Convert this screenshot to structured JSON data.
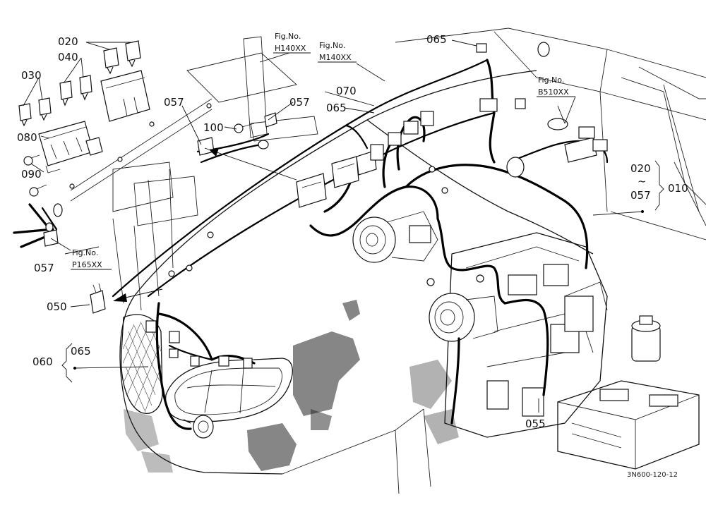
{
  "diagram": {
    "reference": "3N600-120-12",
    "part_labels": {
      "p020_top": "020",
      "p040": "040",
      "p030": "030",
      "p080": "080",
      "p090": "090",
      "p057_upper_left": "057",
      "p057_upper_mid": "057",
      "p057_lower_left": "057",
      "p100": "100",
      "p065_top": "065",
      "p065_mid": "065",
      "p070": "070",
      "p050": "050",
      "p060": "060",
      "p065_bracket": "065",
      "p055": "055",
      "p020_range": "020",
      "p057_range": "057",
      "p010": "010",
      "range_tilde": "~"
    },
    "fig_refs": {
      "h140": {
        "heading": "Fig.No.",
        "code": "H140XX"
      },
      "m140": {
        "heading": "Fig.No.",
        "code": "M140XX"
      },
      "b510": {
        "heading": "Fig.No.",
        "code": "B510XX"
      },
      "p165": {
        "heading": "Fig.No.",
        "code": "P165XX"
      }
    }
  }
}
